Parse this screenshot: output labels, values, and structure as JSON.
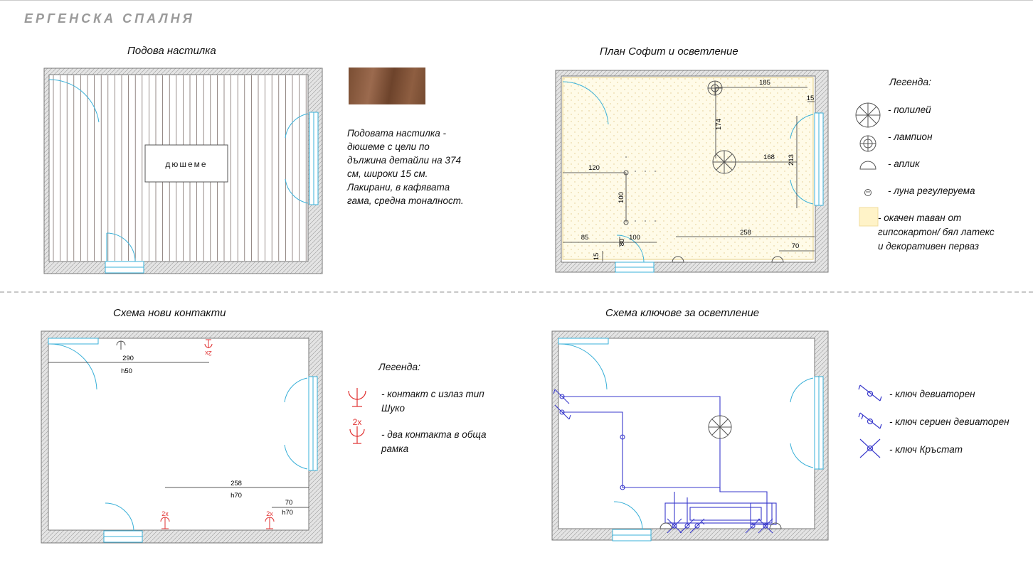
{
  "page": {
    "title": "ЕРГЕНСКА СПАЛНЯ"
  },
  "flooring": {
    "title": "Подова настилка",
    "label": "дюшеме",
    "note": "Подовата настилка -\nдюшеме с цели по\nдължина детайли на 374\nсм, широки 15 см.\nЛакирани, в кафявата\nгама, средна тоналност."
  },
  "ceiling": {
    "title": "План Софит и осветление",
    "dims": [
      "185",
      "15",
      "174",
      "168",
      "213",
      "120",
      "100",
      "85",
      "100",
      "80",
      "258",
      "70",
      "15"
    ],
    "legend": {
      "title": "Легенда:",
      "chandelier": "- полилей",
      "lamp": "- лампион",
      "sconce": "- аплик",
      "dimmable": "- луна регулеруема",
      "ceiling": "- окачен таван от\nгипсокартон/ бял латекс\n и декоративен перваз"
    }
  },
  "sockets": {
    "title": "Схема нови контакти",
    "dims": {
      "d1": "290",
      "h1": "h50",
      "d2": "258",
      "h2": "h70",
      "d3": "70",
      "h3": "h70"
    },
    "marks": {
      "double": "2x"
    },
    "legend": {
      "title": "Легенда:",
      "schuko": "- контакт с излаз тип\n      Шуко",
      "double": "- два контакта в обща\n       рамка"
    }
  },
  "switches": {
    "title": "Схема ключове за осветление",
    "legend": {
      "deviator": "- ключ девиаторен",
      "serial": "- ключ сериен девиаторен",
      "cross": "- ключ Кръстат"
    }
  }
}
